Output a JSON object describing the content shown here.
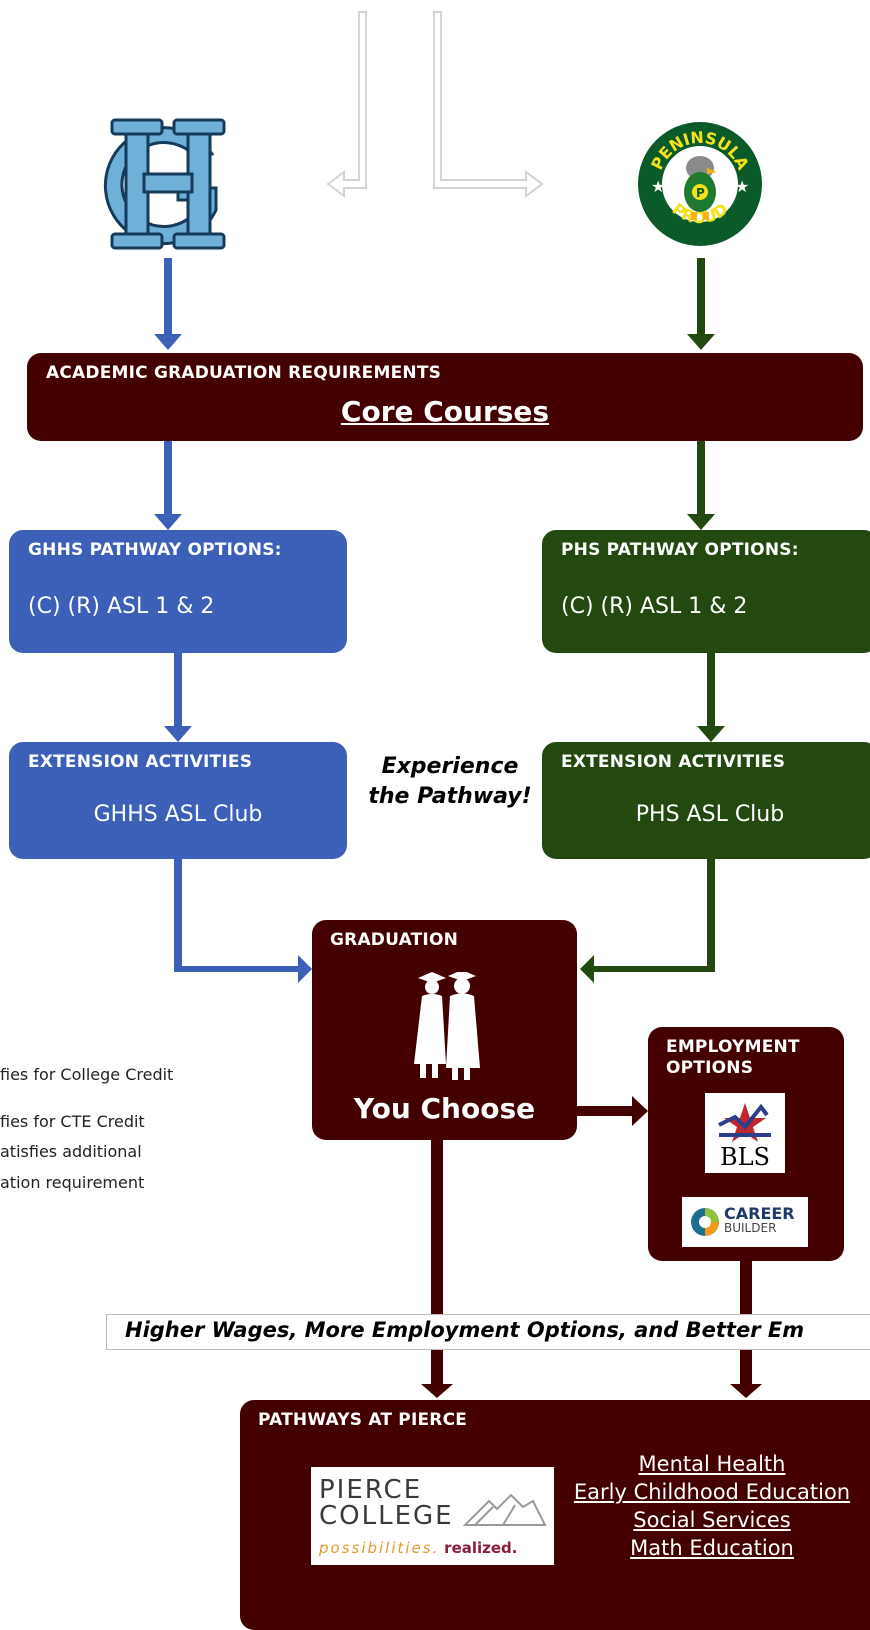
{
  "logos": {
    "ghhs": {
      "letters": "GH",
      "color": "#6fb0d8",
      "outline": "#163a5a"
    },
    "phs": {
      "ring_top": "PENINSULA",
      "ring_bottom": "PROUD",
      "bg": "#0a5a2a",
      "text_color": "#f4e21a"
    }
  },
  "core": {
    "heading": "ACADEMIC GRADUATION REQUIREMENTS",
    "title": "Core Courses"
  },
  "ghhs_pathway": {
    "heading": "GHHS PATHWAY OPTIONS:",
    "item": "(C) (R) ASL 1 & 2"
  },
  "phs_pathway": {
    "heading": "PHS PATHWAY OPTIONS:",
    "item": "(C) (R) ASL 1 & 2"
  },
  "ghhs_extension": {
    "heading": "EXTENSION ACTIVITIES",
    "item": "GHHS ASL Club"
  },
  "phs_extension": {
    "heading": "EXTENSION ACTIVITIES",
    "item": "PHS ASL Club"
  },
  "experience": {
    "line1": "Experience",
    "line2": "the Pathway!"
  },
  "graduation": {
    "heading": "GRADUATION",
    "choose": "You Choose"
  },
  "employment": {
    "heading_line1": "EMPLOYMENT",
    "heading_line2": "OPTIONS",
    "bls_label": "BLS",
    "career_line1": "CAREER",
    "career_line2": "BUILDER"
  },
  "legend": {
    "college_credit": "fies for College Credit",
    "cte_credit": "fies for CTE Credit",
    "additional": "atisfies additional",
    "requirement": "ation requirement"
  },
  "banner": {
    "text": "Higher Wages, More Employment Options, and Better Em"
  },
  "pierce": {
    "heading": "PATHWAYS AT PIERCE",
    "logo_line1": "PIERCE",
    "logo_line2": "COLLEGE",
    "tagline_a": "possibilities.",
    "tagline_b": "realized.",
    "links": [
      "Mental Health",
      "Early Childhood Education",
      "Social Services",
      "Math Education"
    ]
  },
  "colors": {
    "maroon": "#440000",
    "blue": "#3c5fb8",
    "green": "#234911"
  }
}
